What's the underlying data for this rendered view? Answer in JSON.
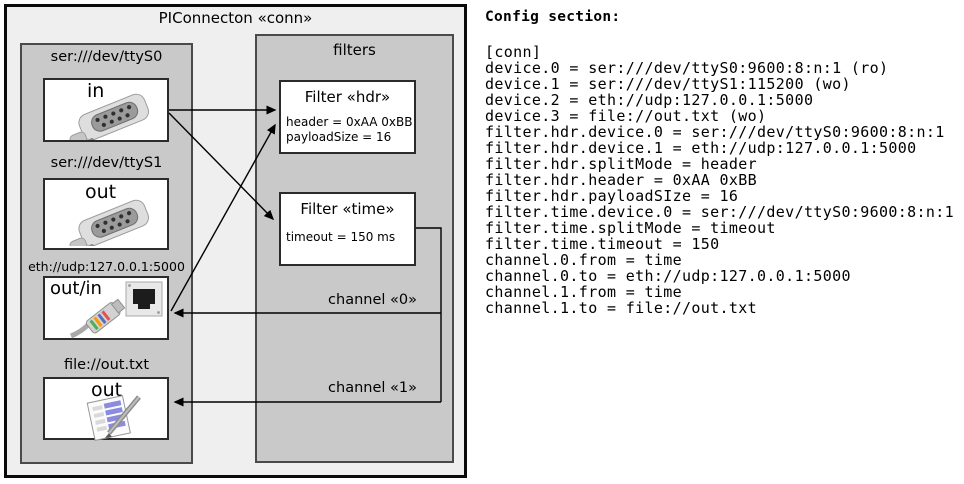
{
  "colors": {
    "diagram_background": "#efefef",
    "panel_gray": "#c9c9c9",
    "box_white": "#ffffff",
    "border_dark": "#2b2b2b",
    "line_black": "#000000"
  },
  "diagram": {
    "title": "PIConnecton «conn»",
    "devices_panel": {
      "devices": [
        {
          "label": "ser:///dev/ttyS0",
          "direction": "in",
          "icon": "serial-connector"
        },
        {
          "label": "ser:///dev/ttyS1",
          "direction": "out",
          "icon": "serial-connector"
        },
        {
          "label": "eth://udp:127.0.0.1:5000",
          "direction": "out/in",
          "icon": "ethernet-connector"
        },
        {
          "label": "file://out.txt",
          "direction": "out",
          "icon": "notepad"
        }
      ]
    },
    "filters_panel": {
      "title": "filters",
      "filters": [
        {
          "title": "Filter «hdr»",
          "properties": [
            "header = 0xAA 0xBB",
            "payloadSize = 16"
          ]
        },
        {
          "title": "Filter «time»",
          "properties": [
            "timeout = 150 ms"
          ]
        }
      ]
    },
    "channels": [
      {
        "label": "channel «0»"
      },
      {
        "label": "channel «1»"
      }
    ]
  },
  "config": {
    "heading": "Config section:",
    "lines": [
      "[conn]",
      "device.0 = ser:///dev/ttyS0:9600:8:n:1 (ro)",
      "device.1 = ser:///dev/ttyS1:115200 (wo)",
      "device.2 = eth://udp:127.0.0.1:5000",
      "device.3 = file://out.txt (wo)",
      "filter.hdr.device.0 = ser:///dev/ttyS0:9600:8:n:1",
      "filter.hdr.device.1 = eth://udp:127.0.0.1:5000",
      "filter.hdr.splitMode = header",
      "filter.hdr.header = 0xAA 0xBB",
      "filter.hdr.payloadSIze = 16",
      "filter.time.device.0 = ser:///dev/ttyS0:9600:8:n:1",
      "filter.time.splitMode = timeout",
      "filter.time.timeout = 150",
      "channel.0.from = time",
      "channel.0.to = eth://udp:127.0.0.1:5000",
      "channel.1.from = time",
      "channel.1.to = file://out.txt"
    ]
  }
}
